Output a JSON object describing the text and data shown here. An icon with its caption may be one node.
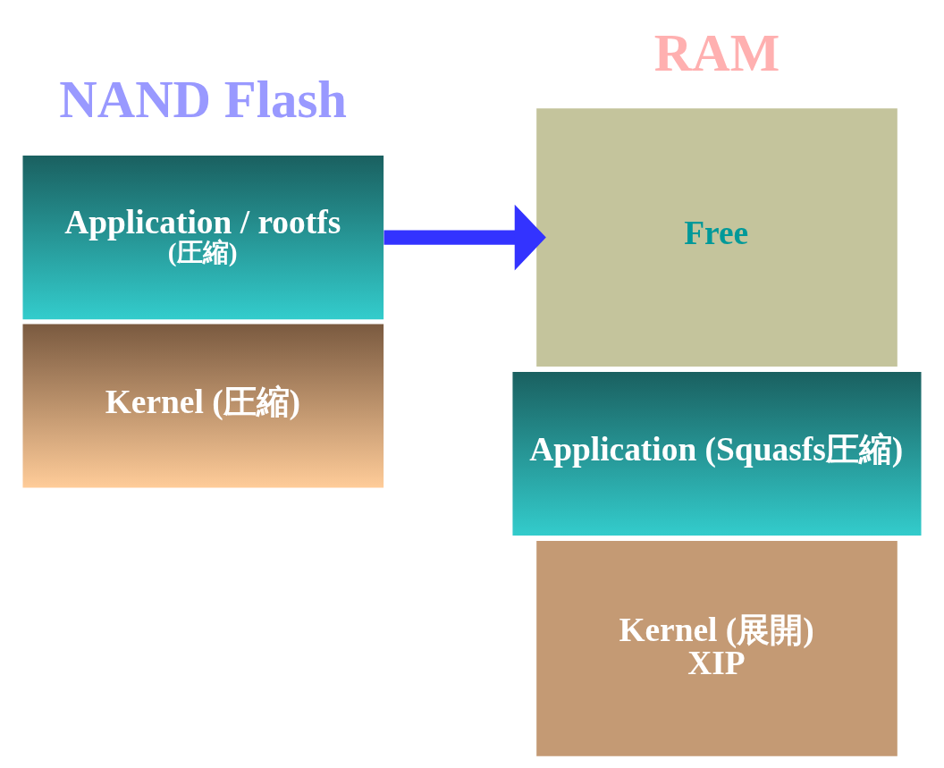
{
  "diagram": {
    "nodes": [
      {
        "text": [
          "Application / rootfs",
          "(圧縮)"
        ]
      },
      {
        "text": [
          "Kernel (圧縮)"
        ]
      },
      {
        "text": [
          "Free"
        ]
      },
      {
        "text": [
          "Application (Squasfs圧縮)"
        ]
      },
      {
        "text": [
          "Kernel (展開)",
          "XIP"
        ]
      }
    ],
    "edges": [
      {
        "from": 0,
        "to": 2,
        "arrow": "to"
      }
    ],
    "labels": [
      "NAND Flash",
      "RAM"
    ]
  }
}
